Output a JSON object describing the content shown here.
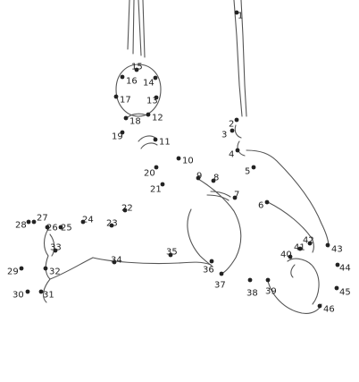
{
  "puzzle": {
    "type": "connect-the-dots",
    "dot_color": "#222222",
    "line_color": "#555555",
    "points": [
      {
        "n": "1"
      },
      {
        "n": "2"
      },
      {
        "n": "3"
      },
      {
        "n": "4"
      },
      {
        "n": "5"
      },
      {
        "n": "6"
      },
      {
        "n": "7"
      },
      {
        "n": "8"
      },
      {
        "n": "9"
      },
      {
        "n": "10"
      },
      {
        "n": "11"
      },
      {
        "n": "12"
      },
      {
        "n": "13"
      },
      {
        "n": "14"
      },
      {
        "n": "15"
      },
      {
        "n": "16"
      },
      {
        "n": "17"
      },
      {
        "n": "18"
      },
      {
        "n": "19"
      },
      {
        "n": "20"
      },
      {
        "n": "21"
      },
      {
        "n": "22"
      },
      {
        "n": "23"
      },
      {
        "n": "24"
      },
      {
        "n": "25"
      },
      {
        "n": "26"
      },
      {
        "n": "27"
      },
      {
        "n": "28"
      },
      {
        "n": "29"
      },
      {
        "n": "30"
      },
      {
        "n": "31"
      },
      {
        "n": "32"
      },
      {
        "n": "33"
      },
      {
        "n": "34"
      },
      {
        "n": "35"
      },
      {
        "n": "36"
      },
      {
        "n": "37"
      },
      {
        "n": "38"
      },
      {
        "n": "39"
      },
      {
        "n": "40"
      },
      {
        "n": "41"
      },
      {
        "n": "42"
      },
      {
        "n": "43"
      },
      {
        "n": "44"
      },
      {
        "n": "45"
      },
      {
        "n": "46"
      }
    ]
  }
}
